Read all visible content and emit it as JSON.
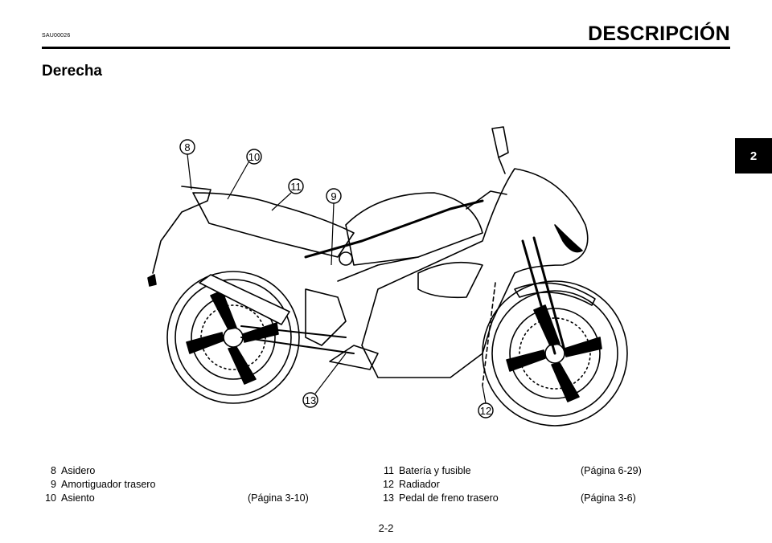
{
  "header": {
    "code": "SAU00026",
    "title": "DESCRIPCIÓN"
  },
  "subtitle": "Derecha",
  "side_tab": "2",
  "callouts": [
    "8",
    "10",
    "11",
    "9",
    "13",
    "12"
  ],
  "legend_left": [
    {
      "num": "8",
      "label": "Asidero",
      "page": ""
    },
    {
      "num": "9",
      "label": "Amortiguador trasero",
      "page": ""
    },
    {
      "num": "10",
      "label": "Asiento",
      "page": "(Página 3-10)"
    }
  ],
  "legend_right": [
    {
      "num": "11",
      "label": "Batería y fusible",
      "page": "(Página 6-29)"
    },
    {
      "num": "12",
      "label": "Radiador",
      "page": ""
    },
    {
      "num": "13",
      "label": "Pedal de freno trasero",
      "page": "(Página 3-6)"
    }
  ],
  "page_number": "2-2"
}
